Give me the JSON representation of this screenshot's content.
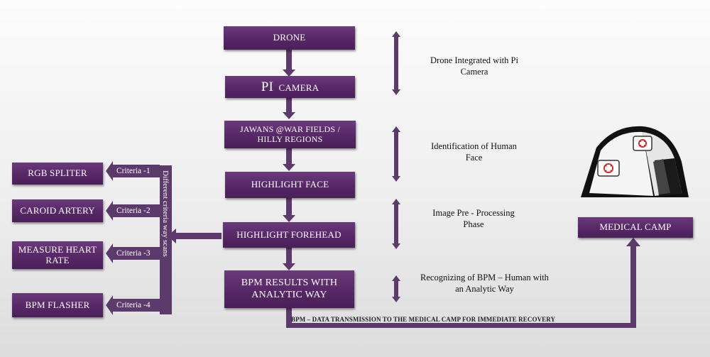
{
  "flow": {
    "drone": "DRONE",
    "pi_big": "PI",
    "pi_small": "CAMERA",
    "jawans": "JAWANS @WAR FIELDS / HILLY REGIONS",
    "highlight_face": "HIGHLIGHT  FACE",
    "highlight_forehead": "HIGHLIGHT FOREHEAD",
    "bpm_results": "BPM  RESULTS WITH ANALYTIC  WAY"
  },
  "notes": {
    "drone_pi": "Drone Integrated with Pi Camera",
    "identification": "Identification of Human Face",
    "preprocessing": "Image Pre - Processing Phase",
    "recognizing": "Recognizing of BPM – Human with an Analytic Way"
  },
  "left": {
    "rgb": "RGB SPLITER",
    "caroid": "CAROID ARTERY",
    "measure": "MEASURE HEART RATE",
    "bpm_flasher": "BPM FLASHER",
    "criteria": [
      "Criteria -1",
      "Criteria -2",
      "Criteria -3",
      "Criteria -4"
    ],
    "vertical_label": "Different criteria way scans"
  },
  "camp": {
    "label": "MEDICAL CAMP"
  },
  "transmission": "BPM – DATA TRANSMISSION TO THE MEDICAL CAMP FOR IMMEDIATE RECOVERY",
  "colors": {
    "box": "#5a2a6a",
    "arrow": "#6a4b78",
    "text": "#ffffff"
  }
}
